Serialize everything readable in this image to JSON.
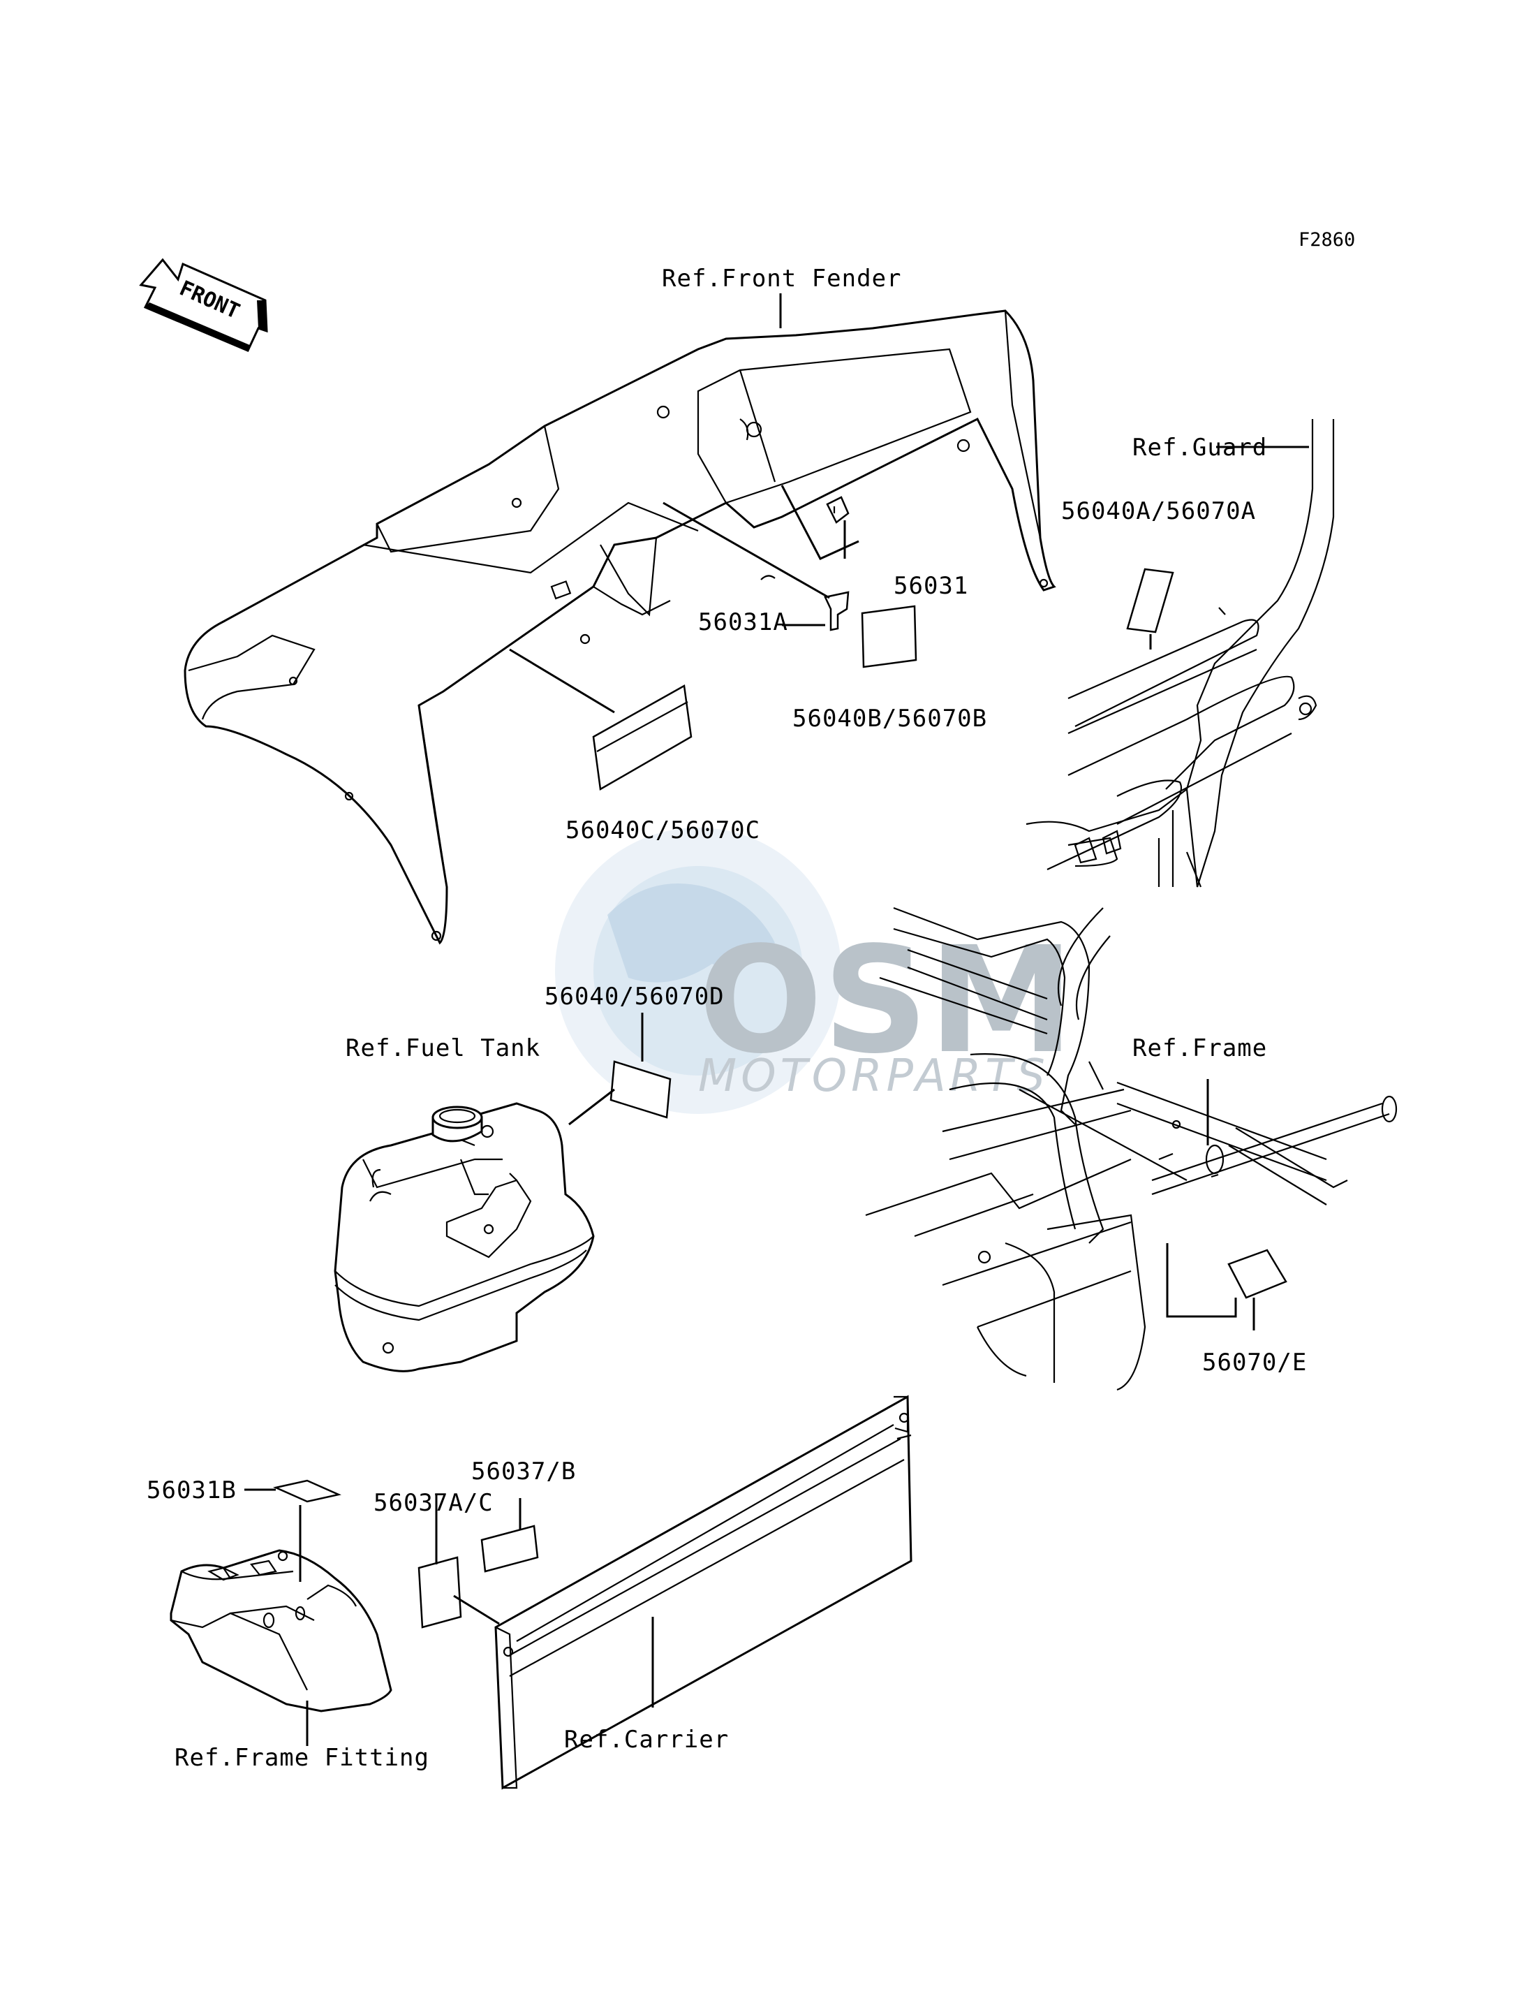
{
  "figure_code": "F2860",
  "front_arrow": "FRONT",
  "watermark": {
    "brand": "OSM",
    "sub": "MOTORPARTS"
  },
  "references": {
    "front_fender": "Ref.Front Fender",
    "guard": "Ref.Guard",
    "fuel_tank": "Ref.Fuel Tank",
    "frame": "Ref.Frame",
    "frame_fitting": "Ref.Frame Fitting",
    "carrier": "Ref.Carrier"
  },
  "parts": {
    "p56031": "56031",
    "p56031A": "56031A",
    "p56040B": "56040B/56070B",
    "p56040C": "56040C/56070C",
    "p56040A": "56040A/56070A",
    "p56040D": "56040/56070D",
    "p56070E": "56070/E",
    "p56031B": "56031B",
    "p56037B": "56037/B",
    "p56037AC": "56037A/C"
  }
}
